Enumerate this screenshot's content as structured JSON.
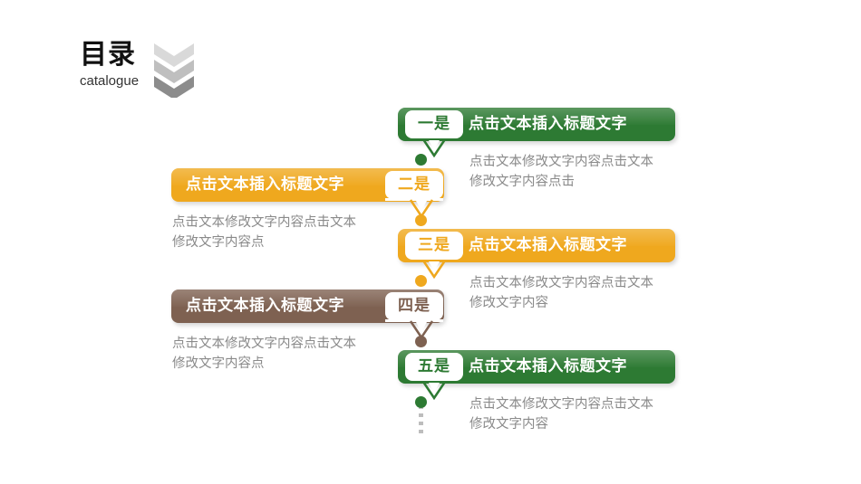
{
  "header": {
    "title_cn": "目录",
    "title_en": "catalogue",
    "chevron_icon": "chevron-down-icon",
    "chevron_colors": [
      "#d9d9d9",
      "#bfbfbf",
      "#8c8c8c"
    ]
  },
  "colors": {
    "green": "#2d7a33",
    "orange": "#efa81e",
    "brown": "#7e6151",
    "body_text": "#8a8a8a",
    "dotted_line": "#bdbdbd",
    "badge_background": "#ffffff"
  },
  "timeline": {
    "dotted_tail": true,
    "items": [
      {
        "badge": "一是",
        "title": "点击文本插入标题文字",
        "body": "点击文本修改文字内容点击文本\n修改文字内容点击",
        "color": "#2d7a33",
        "side": "right"
      },
      {
        "badge": "二是",
        "title": "点击文本插入标题文字",
        "body": "点击文本修改文字内容点击文本\n修改文字内容点",
        "color": "#efa81e",
        "side": "left"
      },
      {
        "badge": "三是",
        "title": "点击文本插入标题文字",
        "body": "点击文本修改文字内容点击文本\n修改文字内容",
        "color": "#efa81e",
        "side": "right"
      },
      {
        "badge": "四是",
        "title": "点击文本插入标题文字",
        "body": "点击文本修改文字内容点击文本\n修改文字内容点",
        "color": "#7e6151",
        "side": "left"
      },
      {
        "badge": "五是",
        "title": "点击文本插入标题文字",
        "body": "点击文本修改文字内容点击文本\n修改文字内容",
        "color": "#2d7a33",
        "side": "right"
      }
    ]
  }
}
